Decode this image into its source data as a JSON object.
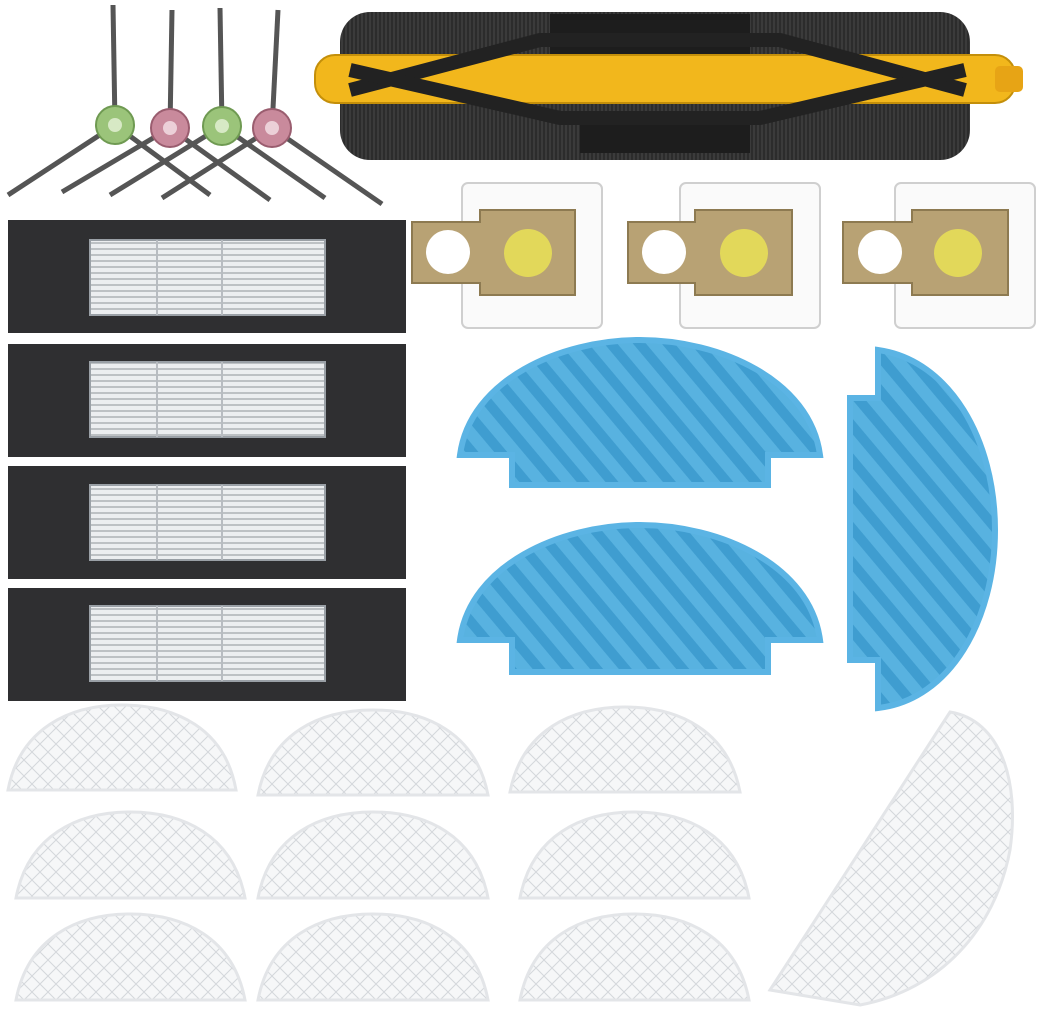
{
  "colors": {
    "background": "#ffffff",
    "roller_core": "#f2b71c",
    "roller_bristle": "#2a2a2a",
    "side_brush_hub_green": "#9bc47a",
    "side_brush_hub_pink": "#c98a9c",
    "side_brush_arm": "#555555",
    "filter_frame": "#2f2f31",
    "filter_mesh": "#e9eaec",
    "bag_cardboard": "#b8a274",
    "bag_seal": "#e2d85a",
    "mop_blue": "#4aa8d8",
    "mop_blue_stripe": "#2d8fc6",
    "mop_blue_border": "#5bb4e4",
    "cloth_white": "#f4f5f6",
    "cloth_quilt": "#d8dadd"
  },
  "parts": {
    "side_brushes": {
      "count": 4,
      "hub_colors": [
        "green",
        "pink",
        "green",
        "pink"
      ]
    },
    "main_roller_brush": {
      "count": 1
    },
    "hepa_filters": {
      "count": 4
    },
    "dust_bags": {
      "count": 3
    },
    "blue_mop_pads": {
      "count": 3
    },
    "white_disposable_pads": {
      "count": 10
    }
  }
}
